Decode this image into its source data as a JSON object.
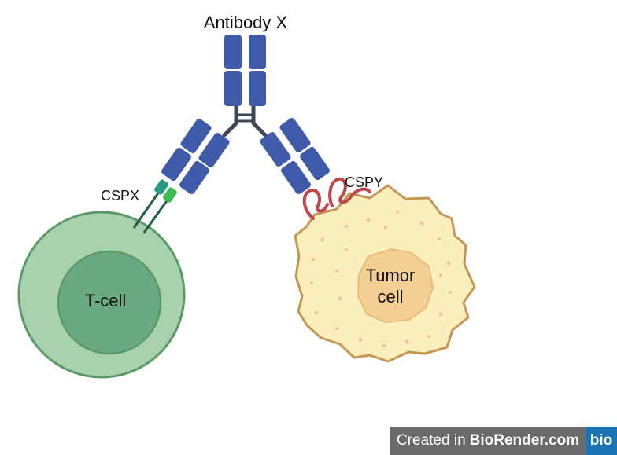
{
  "labels": {
    "antibody": "Antibody X",
    "cspx": "CSPX",
    "cspy": "CSPY",
    "tcell": "T-cell",
    "tumor_line1": "Tumor",
    "tumor_line2": "cell"
  },
  "badge": {
    "prefix": "Created in",
    "brand": "BioRender.com",
    "logo": "bio"
  },
  "colors": {
    "antibody_blue": "#3f5aa8",
    "hinge": "#3d4756",
    "tcell_outer": "#a9d1ad",
    "tcell_inner": "#6aaa82",
    "tcell_border": "#5b9a68",
    "tumor_fill": "#fbefbe",
    "tumor_border": "#c69655",
    "tumor_nucleus": "#f3cf94",
    "receptor_teal": "#2b9a84",
    "receptor_green": "#3fba4c",
    "cspy_red": "#c0464a",
    "badge_gray": "#6a6a6a",
    "badge_blue": "#1b74b6"
  },
  "icons": {
    "tcell": "t-cell-icon",
    "tumor": "tumor-cell-icon",
    "antibody": "antibody-icon",
    "cspx": "cspx-receptor-icon",
    "cspy": "cspy-receptor-icon"
  }
}
